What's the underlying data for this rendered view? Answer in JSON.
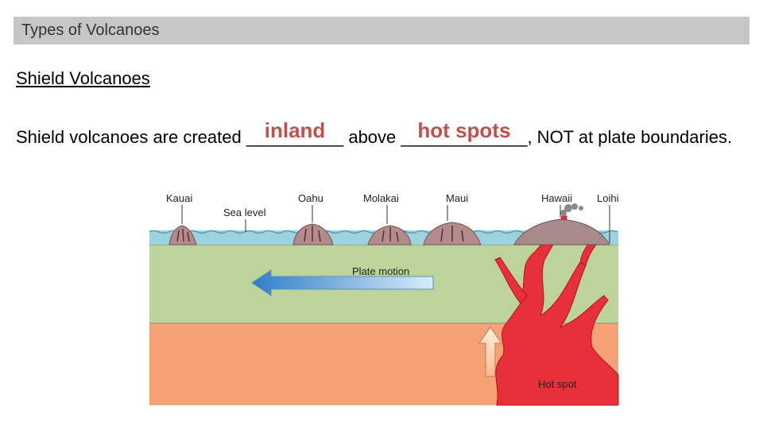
{
  "slide": {
    "title": "Types of Volcanoes",
    "heading": "Shield Volcanoes",
    "sentence": {
      "part1": "Shield volcanoes are created ",
      "blank1_line": "__________",
      "blank1_answer": "inland",
      "part2": " above ",
      "blank2_line": "_____________",
      "blank2_answer": "hot spots",
      "part3": ", NOT at plate boundaries."
    }
  },
  "diagram": {
    "islands": [
      "Kauai",
      "Oahu",
      "Molakai",
      "Maui",
      "Hawaii",
      "Loihi"
    ],
    "sea_level_label": "Sea level",
    "plate_motion_label": "Plate motion",
    "hot_spot_label": "Hot spot"
  },
  "colors": {
    "answer": "#c0504d",
    "ocean": "#9dd3df",
    "lithosphere": "#bcd49a",
    "mantle": "#f4a276",
    "magma": "#e8303a",
    "arrow": "#5aa0dc"
  }
}
